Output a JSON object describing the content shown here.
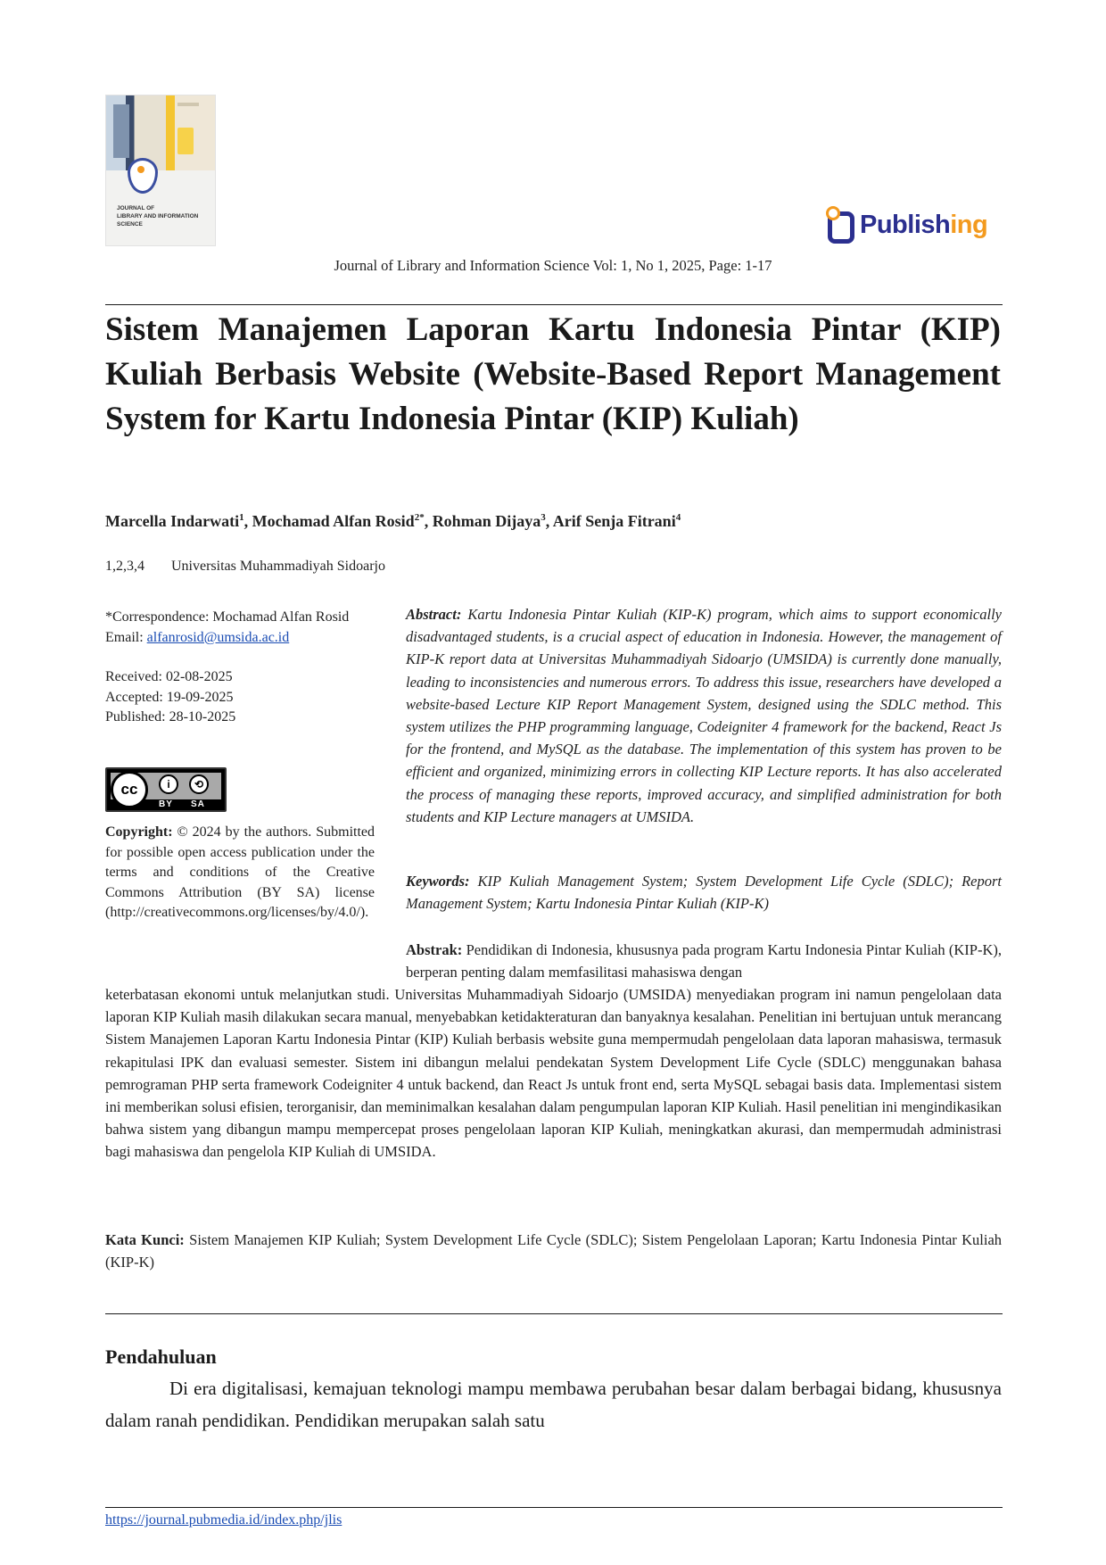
{
  "cover": {
    "text_lines": [
      "JOURNAL OF",
      "LIBRARY AND INFORMATION",
      "SCIENCE"
    ]
  },
  "publisher": {
    "name_part1": "Publish",
    "name_part2": "ing"
  },
  "journal_line": "Journal of Library and Information Science Vol: 1, No 1, 2025, Page: 1-17",
  "title": "Sistem Manajemen Laporan Kartu Indonesia Pintar (KIP) Kuliah Berbasis Website (Website-Based Report Management System for Kartu Indonesia Pintar (KIP) Kuliah)",
  "authors": [
    {
      "name": "Marcella Indarwati",
      "sup": "1"
    },
    {
      "name": "Mochamad Alfan Rosid",
      "sup": "2*"
    },
    {
      "name": "Rohman Dijaya",
      "sup": "3"
    },
    {
      "name": "Arif Senja Fitrani",
      "sup": "4"
    }
  ],
  "affiliation": {
    "numbers": "1,2,3,4",
    "name": "Universitas Muhammadiyah Sidoarjo"
  },
  "sidebar": {
    "correspondence": "*Correspondence: Mochamad Alfan Rosid",
    "email_label": "Email:",
    "email": "alfanrosid@umsida.ac.id",
    "received": "Received: 02-08-2025",
    "accepted": "Accepted: 19-09-2025",
    "published": "Published: 28-10-2025",
    "license_badge": {
      "cc": "cc",
      "by_icon": "i",
      "sa_icon": "⟲",
      "by": "BY",
      "sa": "SA"
    },
    "copyright_label": "Copyright:",
    "copyright_text": "© 2024 by the authors. Submitted for possible open access publication under the terms and conditions of the Creative Commons Attribution (BY SA) license (http://creativecommons.org/licenses/by/4.0/)."
  },
  "abstract_en": {
    "label": "Abstract:",
    "text": "Kartu Indonesia Pintar Kuliah (KIP-K) program, which aims to support economically disadvantaged students, is a crucial aspect of education in Indonesia. However, the management of KIP-K report data at Universitas Muhammadiyah Sidoarjo (UMSIDA) is currently done manually, leading to inconsistencies and numerous errors. To address this issue, researchers have developed a website-based Lecture KIP Report Management System, designed using the SDLC method. This system utilizes the PHP programming language, Codeigniter 4 framework for the backend, React Js for the frontend, and MySQL as the database. The implementation of this system has proven to be efficient and organized, minimizing errors in collecting KIP Lecture reports. It has also accelerated the process of managing these reports, improved accuracy, and simplified administration for both students and KIP Lecture managers at UMSIDA."
  },
  "keywords_en": {
    "label": "Keywords:",
    "text": "KIP Kuliah Management System; System Development Life Cycle (SDLC); Report Management System; Kartu Indonesia Pintar Kuliah (KIP-K)"
  },
  "abstrak_id": {
    "label": "Abstrak:",
    "text_head": "Pendidikan di Indonesia, khususnya pada program Kartu Indonesia Pintar Kuliah (KIP-K), berperan penting dalam memfasilitasi mahasiswa dengan",
    "text_body": "keterbatasan ekonomi untuk melanjutkan studi. Universitas Muhammadiyah Sidoarjo (UMSIDA) menyediakan program ini namun pengelolaan data laporan KIP Kuliah masih dilakukan secara manual, menyebabkan ketidakteraturan dan banyaknya kesalahan. Penelitian ini bertujuan untuk merancang Sistem Manajemen Laporan Kartu Indonesia Pintar (KIP) Kuliah berbasis website guna mempermudah pengelolaan data laporan mahasiswa, termasuk rekapitulasi IPK dan evaluasi semester. Sistem ini dibangun melalui pendekatan System Development Life Cycle (SDLC) menggunakan bahasa pemrograman PHP serta framework Codeigniter 4 untuk backend, dan React Js untuk front end, serta MySQL sebagai basis data. Implementasi sistem ini memberikan solusi efisien, terorganisir, dan meminimalkan kesalahan dalam pengumpulan laporan KIP Kuliah. Hasil penelitian ini mengindikasikan bahwa sistem yang dibangun mampu mempercepat proses pengelolaan laporan KIP Kuliah, meningkatkan akurasi, dan mempermudah administrasi bagi mahasiswa dan pengelola KIP Kuliah di UMSIDA."
  },
  "kata_kunci": {
    "label": "Kata Kunci:",
    "text": "Sistem Manajemen KIP Kuliah; System Development Life Cycle (SDLC); Sistem Pengelolaan Laporan; Kartu Indonesia Pintar Kuliah (KIP-K)"
  },
  "section": {
    "heading": "Pendahuluan",
    "paragraph": "Di era digitalisasi, kemajuan teknologi mampu membawa perubahan besar dalam berbagai bidang, khususnya dalam ranah pendidikan. Pendidikan merupakan salah satu"
  },
  "footer": {
    "url": "https://journal.pubmedia.id/index.php/jlis"
  }
}
